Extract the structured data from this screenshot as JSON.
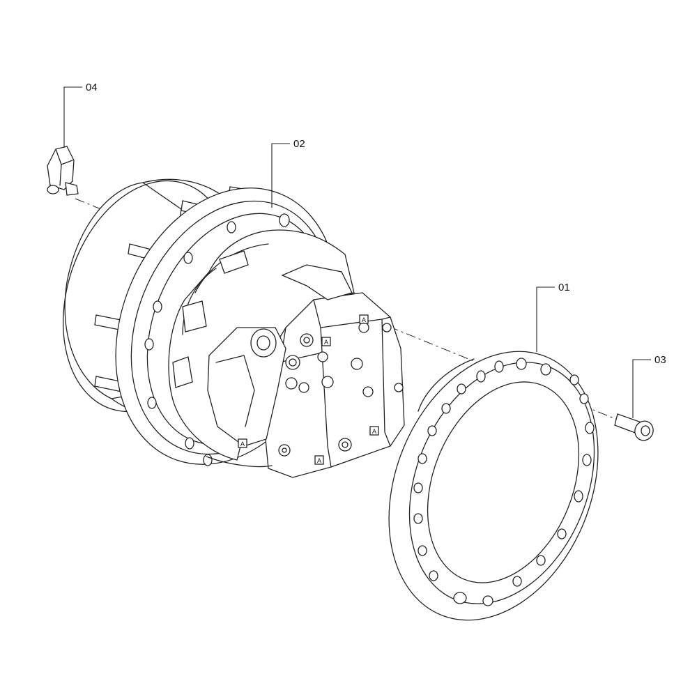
{
  "callouts": [
    {
      "id": "c01",
      "label": "01",
      "part": "mounting-ring"
    },
    {
      "id": "c02",
      "label": "02",
      "part": "travel-motor-assembly"
    },
    {
      "id": "c03",
      "label": "03",
      "part": "socket-head-bolt"
    },
    {
      "id": "c04",
      "label": "04",
      "part": "speed-sensor-connector"
    }
  ],
  "motor_markings": [
    "A",
    "A",
    "A",
    "A",
    "A"
  ]
}
